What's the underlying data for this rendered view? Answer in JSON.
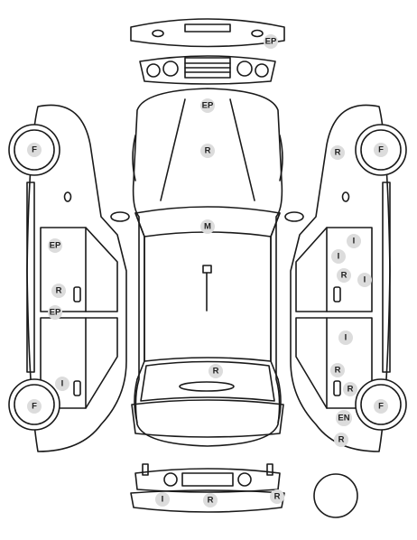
{
  "badge_color": "#dcdcdc",
  "line_color": "#1a1a1a",
  "markers": {
    "front_bumper_ep": "EP",
    "hood_ep": "EP",
    "hood_r": "R",
    "roof_m": "M",
    "trunk_r": "R",
    "rear_bumper_i": "I",
    "rear_bumper_r_center": "R",
    "rear_bumper_r_right": "R",
    "left_front_wheel_f": "F",
    "left_rear_wheel_f": "F",
    "left_front_door_ep": "EP",
    "left_front_door_r": "R",
    "left_sill_ep": "EP",
    "left_rear_door_i": "I",
    "right_fender_r": "R",
    "right_front_wheel_f": "F",
    "right_rear_wheel_f": "F",
    "right_front_door_i_top": "I",
    "right_front_door_i_mid": "I",
    "right_front_door_r": "R",
    "right_front_door_i_right": "I",
    "right_rear_door_i": "I",
    "right_rear_door_r": "R",
    "right_rear_quarter_r": "R",
    "right_rear_en": "EN",
    "right_rear_bottom_r": "R"
  }
}
